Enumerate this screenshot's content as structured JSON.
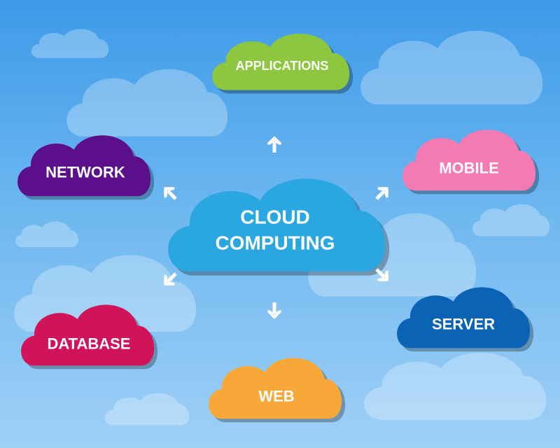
{
  "diagram": {
    "center": {
      "line1": "CLOUD",
      "line2": "COMPUTING",
      "color": "#2aa7e0"
    },
    "nodes": [
      {
        "id": "applications",
        "label": "APPLICATIONS",
        "color": "#8dc63f"
      },
      {
        "id": "network",
        "label": "NETWORK",
        "color": "#5c0f8b"
      },
      {
        "id": "mobile",
        "label": "MOBILE",
        "color": "#f47ab4"
      },
      {
        "id": "database",
        "label": "DATABASE",
        "color": "#d1145a"
      },
      {
        "id": "server",
        "label": "SERVER",
        "color": "#0a63b4"
      },
      {
        "id": "web",
        "label": "WEB",
        "color": "#f7a839"
      }
    ],
    "arrow_color": "#ffffff"
  }
}
